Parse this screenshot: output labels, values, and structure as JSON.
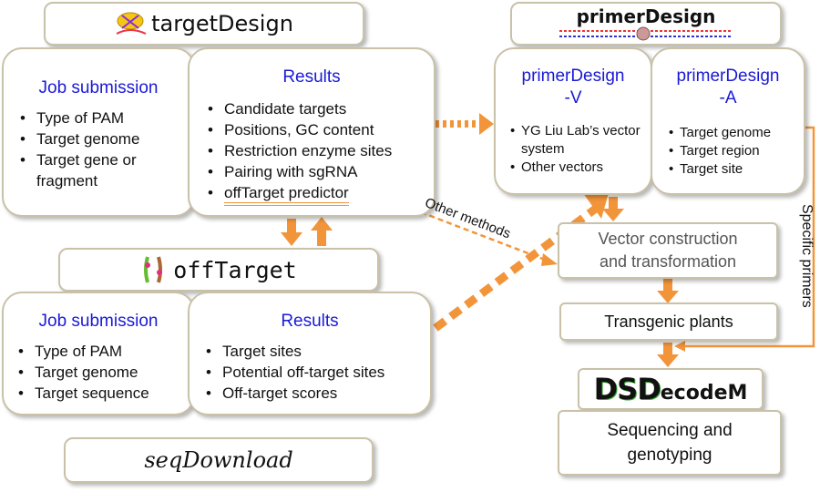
{
  "target_design": {
    "title": "targetDesign",
    "job": {
      "heading": "Job submission",
      "items": [
        "Type of PAM",
        "Target genome",
        "Target gene or fragment"
      ]
    },
    "results": {
      "heading": "Results",
      "items": [
        "Candidate targets",
        "Positions, GC content",
        "Restriction enzyme sites",
        "Pairing with sgRNA",
        "offTarget predictor"
      ]
    }
  },
  "off_target": {
    "title": "offTarget",
    "job": {
      "heading": "Job submission",
      "items": [
        "Type of PAM",
        "Target genome",
        "Target sequence"
      ]
    },
    "results": {
      "heading": "Results",
      "items": [
        "Target sites",
        "Potential off-target sites",
        "Off-target scores"
      ]
    }
  },
  "seq_download": {
    "title": "seqDownload"
  },
  "primer_design": {
    "title": "primerDesign",
    "v": {
      "heading_line1": "primerDesign",
      "heading_line2": "-V",
      "items": [
        "YG Liu Lab’s vector system",
        "Other vectors"
      ]
    },
    "a": {
      "heading_line1": "primerDesign",
      "heading_line2": "-A",
      "items": [
        "Target genome",
        "Target region",
        "Target site"
      ]
    }
  },
  "workflow": {
    "vector_line1": "Vector construction",
    "vector_line2": "and transformation",
    "transgenic": "Transgenic plants",
    "dsdecode": {
      "big": "DSD",
      "small": "ecodeM"
    },
    "sequencing_line1": "Sequencing and",
    "sequencing_line2": "genotyping"
  },
  "labels": {
    "other_methods": "Other methods",
    "specific_primers": "Specific primers"
  },
  "colors": {
    "arrow": "#f2953a",
    "blue_text": "#1a1ad6",
    "border": "#c9c1a8"
  }
}
